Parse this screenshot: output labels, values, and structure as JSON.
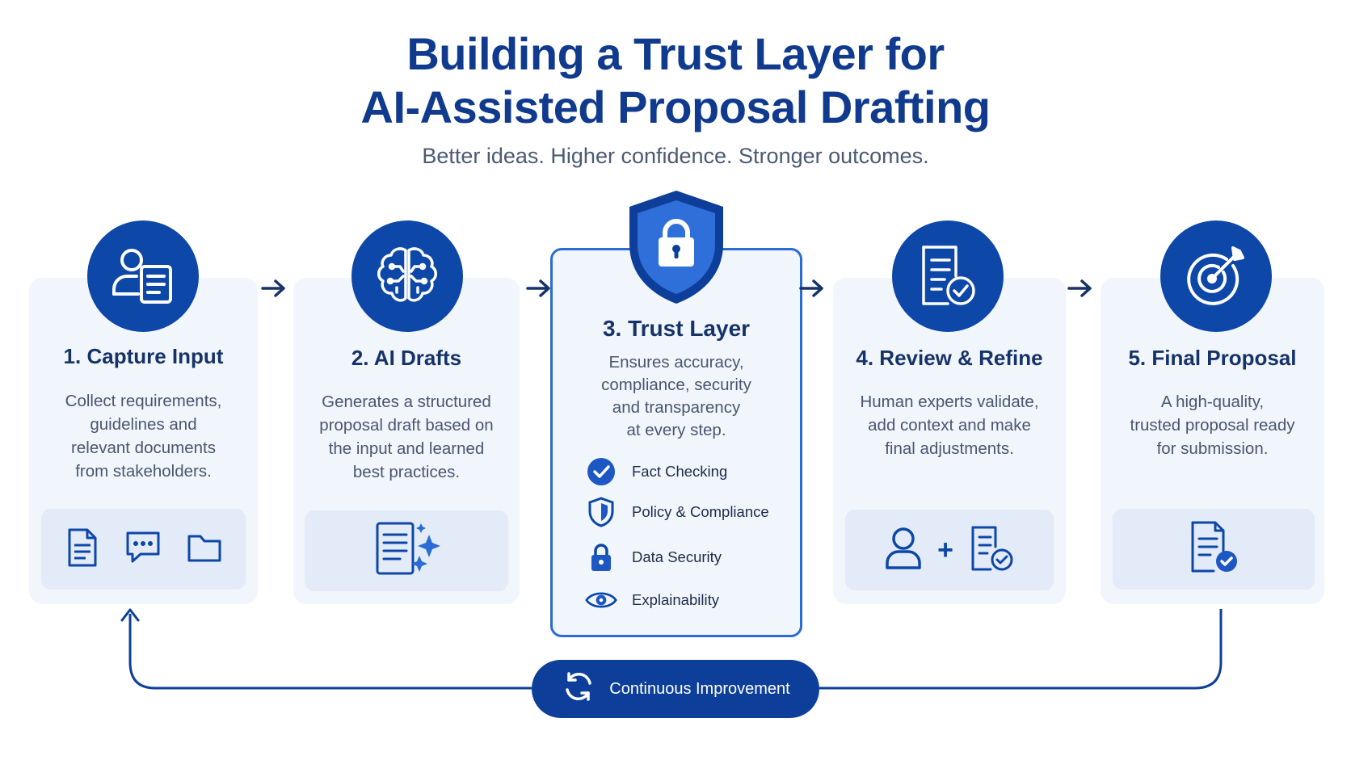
{
  "header": {
    "title_line1": "Building a Trust Layer for",
    "title_line2": "AI-Assisted Proposal Drafting",
    "subtitle": "Better ideas. Higher confidence. Stronger outcomes."
  },
  "steps": [
    {
      "title": "1. Capture Input",
      "desc": [
        "Collect requirements,",
        "guidelines and",
        "relevant documents",
        "from stakeholders."
      ],
      "icon": "user-document-icon",
      "tray_icons": [
        "document-icon",
        "chat-icon",
        "folder-icon"
      ]
    },
    {
      "title": "2. AI Drafts",
      "desc": [
        "Generates a structured",
        "proposal draft based on",
        "the input and learned",
        "best practices."
      ],
      "icon": "brain-icon",
      "tray_icons": [
        "ai-document-sparkle-icon"
      ]
    },
    {
      "title": "3. Trust Layer",
      "desc": [
        "Ensures accuracy,",
        "compliance, security",
        "and transparency",
        "at every step."
      ],
      "icon": "shield-lock-icon",
      "features": [
        {
          "label": "Fact Checking",
          "icon": "check-circle-icon"
        },
        {
          "label": "Policy & Compliance",
          "icon": "shield-icon"
        },
        {
          "label": "Data Security",
          "icon": "lock-icon"
        },
        {
          "label": "Explainability",
          "icon": "eye-icon"
        }
      ]
    },
    {
      "title": "4. Review & Refine",
      "desc": [
        "Human experts validate,",
        "add context and make",
        "final adjustments."
      ],
      "icon": "document-check-icon",
      "tray_plus": "+",
      "tray_icons": [
        "person-icon",
        "document-check-icon"
      ]
    },
    {
      "title": "5. Final Proposal",
      "desc": [
        "A high-quality,",
        "trusted proposal ready",
        "for submission."
      ],
      "icon": "target-icon",
      "tray_icons": [
        "approved-document-icon"
      ]
    }
  ],
  "feedback": {
    "label": "Continuous Improvement",
    "icon": "refresh-icon"
  },
  "colors": {
    "primary": "#0d47a8",
    "title": "#0f3a8e",
    "card_bg": "#f1f5fc",
    "tray_bg": "#e3ebf8",
    "accent_border": "#2a6bd6"
  }
}
